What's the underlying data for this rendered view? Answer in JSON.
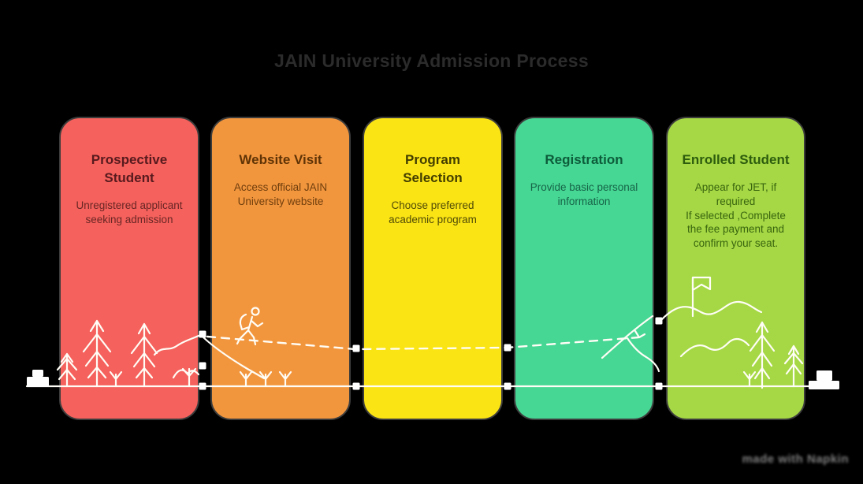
{
  "page": {
    "background": "#000000",
    "title": "JAIN University Admission Process",
    "title_color": "#2b2b2b",
    "watermark": "made with Napkin",
    "line_art_color": "#fffdf6"
  },
  "cards": [
    {
      "title": "Prospective Student",
      "description": "Unregistered applicant seeking admission",
      "bg": "#F5615C",
      "title_color": "#571a1e",
      "text_color": "#682625",
      "icons": [
        "pine-tree-icon",
        "seedling-icon",
        "hill-icon"
      ]
    },
    {
      "title": "Website Visit",
      "description": "Access official JAIN University website",
      "bg": "#F2963E",
      "title_color": "#5f3305",
      "text_color": "#6f3e0c",
      "icons": [
        "hiker-icon",
        "slope-icon",
        "seedling-icon"
      ]
    },
    {
      "title": "Program Selection",
      "description": "Choose preferred academic program",
      "bg": "#FAE414",
      "title_color": "#433e00",
      "text_color": "#514b07",
      "icons": []
    },
    {
      "title": "Registration",
      "description": "Provide basic personal information",
      "bg": "#46D794",
      "title_color": "#0d5c3a",
      "text_color": "#176448",
      "icons": [
        "mountain-icon"
      ]
    },
    {
      "title": "Enrolled Student",
      "description": "Appear for JET, if required\nIf selected ,Complete the fee payment and confirm your seat.",
      "bg": "#A5D844",
      "title_color": "#2d5c0e",
      "text_color": "#3a650f",
      "icons": [
        "flag-icon",
        "mountain-ridge-icon",
        "pine-tree-icon",
        "seedling-icon"
      ]
    }
  ]
}
